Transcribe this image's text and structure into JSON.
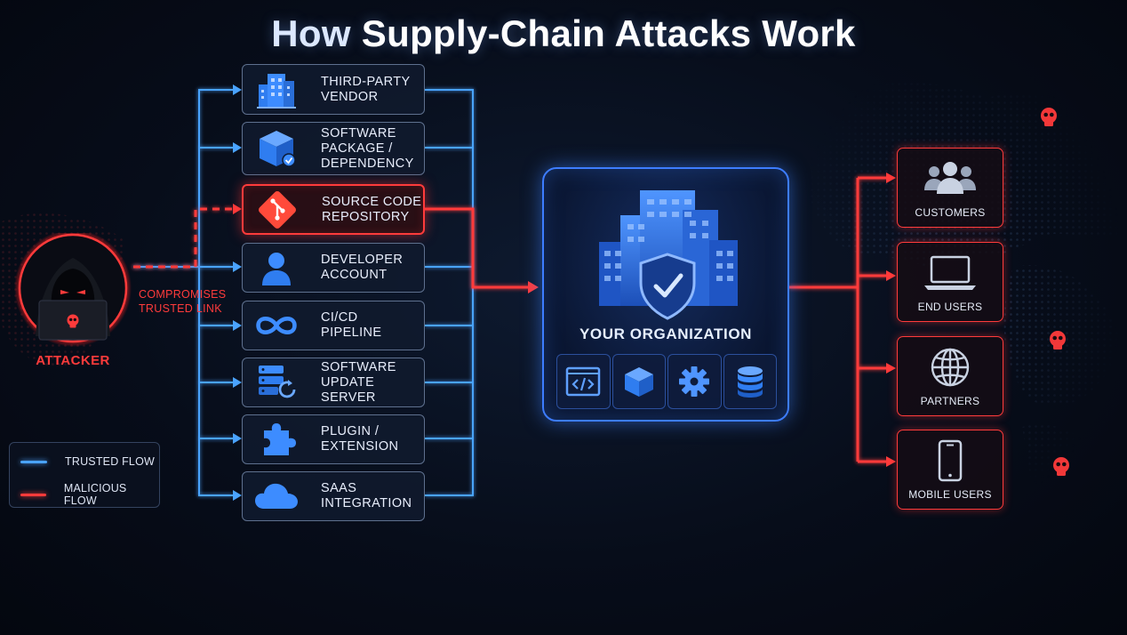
{
  "title": {
    "prefix": "How",
    "rest": " Supply-Chain Attacks Work"
  },
  "attacker": {
    "label": "ATTACKER",
    "icon": "hooded-hacker-icon"
  },
  "attack_note": "COMPROMISES\nTRUSTED LINK",
  "sources": [
    {
      "label": "THIRD-PARTY\nVENDOR",
      "icon": "office-building-icon",
      "flow": "trusted"
    },
    {
      "label": "SOFTWARE\nPACKAGE /\nDEPENDENCY",
      "icon": "package-box-icon",
      "flow": "trusted"
    },
    {
      "label": "SOURCE CODE\nREPOSITORY",
      "icon": "git-repository-icon",
      "flow": "malicious"
    },
    {
      "label": "DEVELOPER\nACCOUNT",
      "icon": "user-account-icon",
      "flow": "trusted"
    },
    {
      "label": "CI/CD\nPIPELINE",
      "icon": "infinity-pipeline-icon",
      "flow": "trusted"
    },
    {
      "label": "SOFTWARE\nUPDATE SERVER",
      "icon": "server-update-icon",
      "flow": "trusted"
    },
    {
      "label": "PLUGIN /\nEXTENSION",
      "icon": "puzzle-piece-icon",
      "flow": "trusted"
    },
    {
      "label": "SAAS\nINTEGRATION",
      "icon": "cloud-icon",
      "flow": "trusted"
    }
  ],
  "organization": {
    "label": "YOUR ORGANIZATION",
    "icon": "shielded-building-icon",
    "tools": [
      "code-window-icon",
      "cube-icon",
      "gear-icon",
      "database-icon"
    ]
  },
  "targets": [
    {
      "label": "CUSTOMERS",
      "icon": "user-group-icon"
    },
    {
      "label": "END USERS",
      "icon": "laptop-icon"
    },
    {
      "label": "PARTNERS",
      "icon": "globe-icon"
    },
    {
      "label": "MOBILE USERS",
      "icon": "smartphone-icon"
    }
  ],
  "legend": [
    {
      "label": "TRUSTED FLOW",
      "color": "#4aa3ff"
    },
    {
      "label": "MALICIOUS FLOW",
      "color": "#ff3b3b"
    }
  ],
  "colors": {
    "trusted": "#4aa3ff",
    "malicious": "#ff3b3b",
    "accent": "#3d7dff"
  }
}
